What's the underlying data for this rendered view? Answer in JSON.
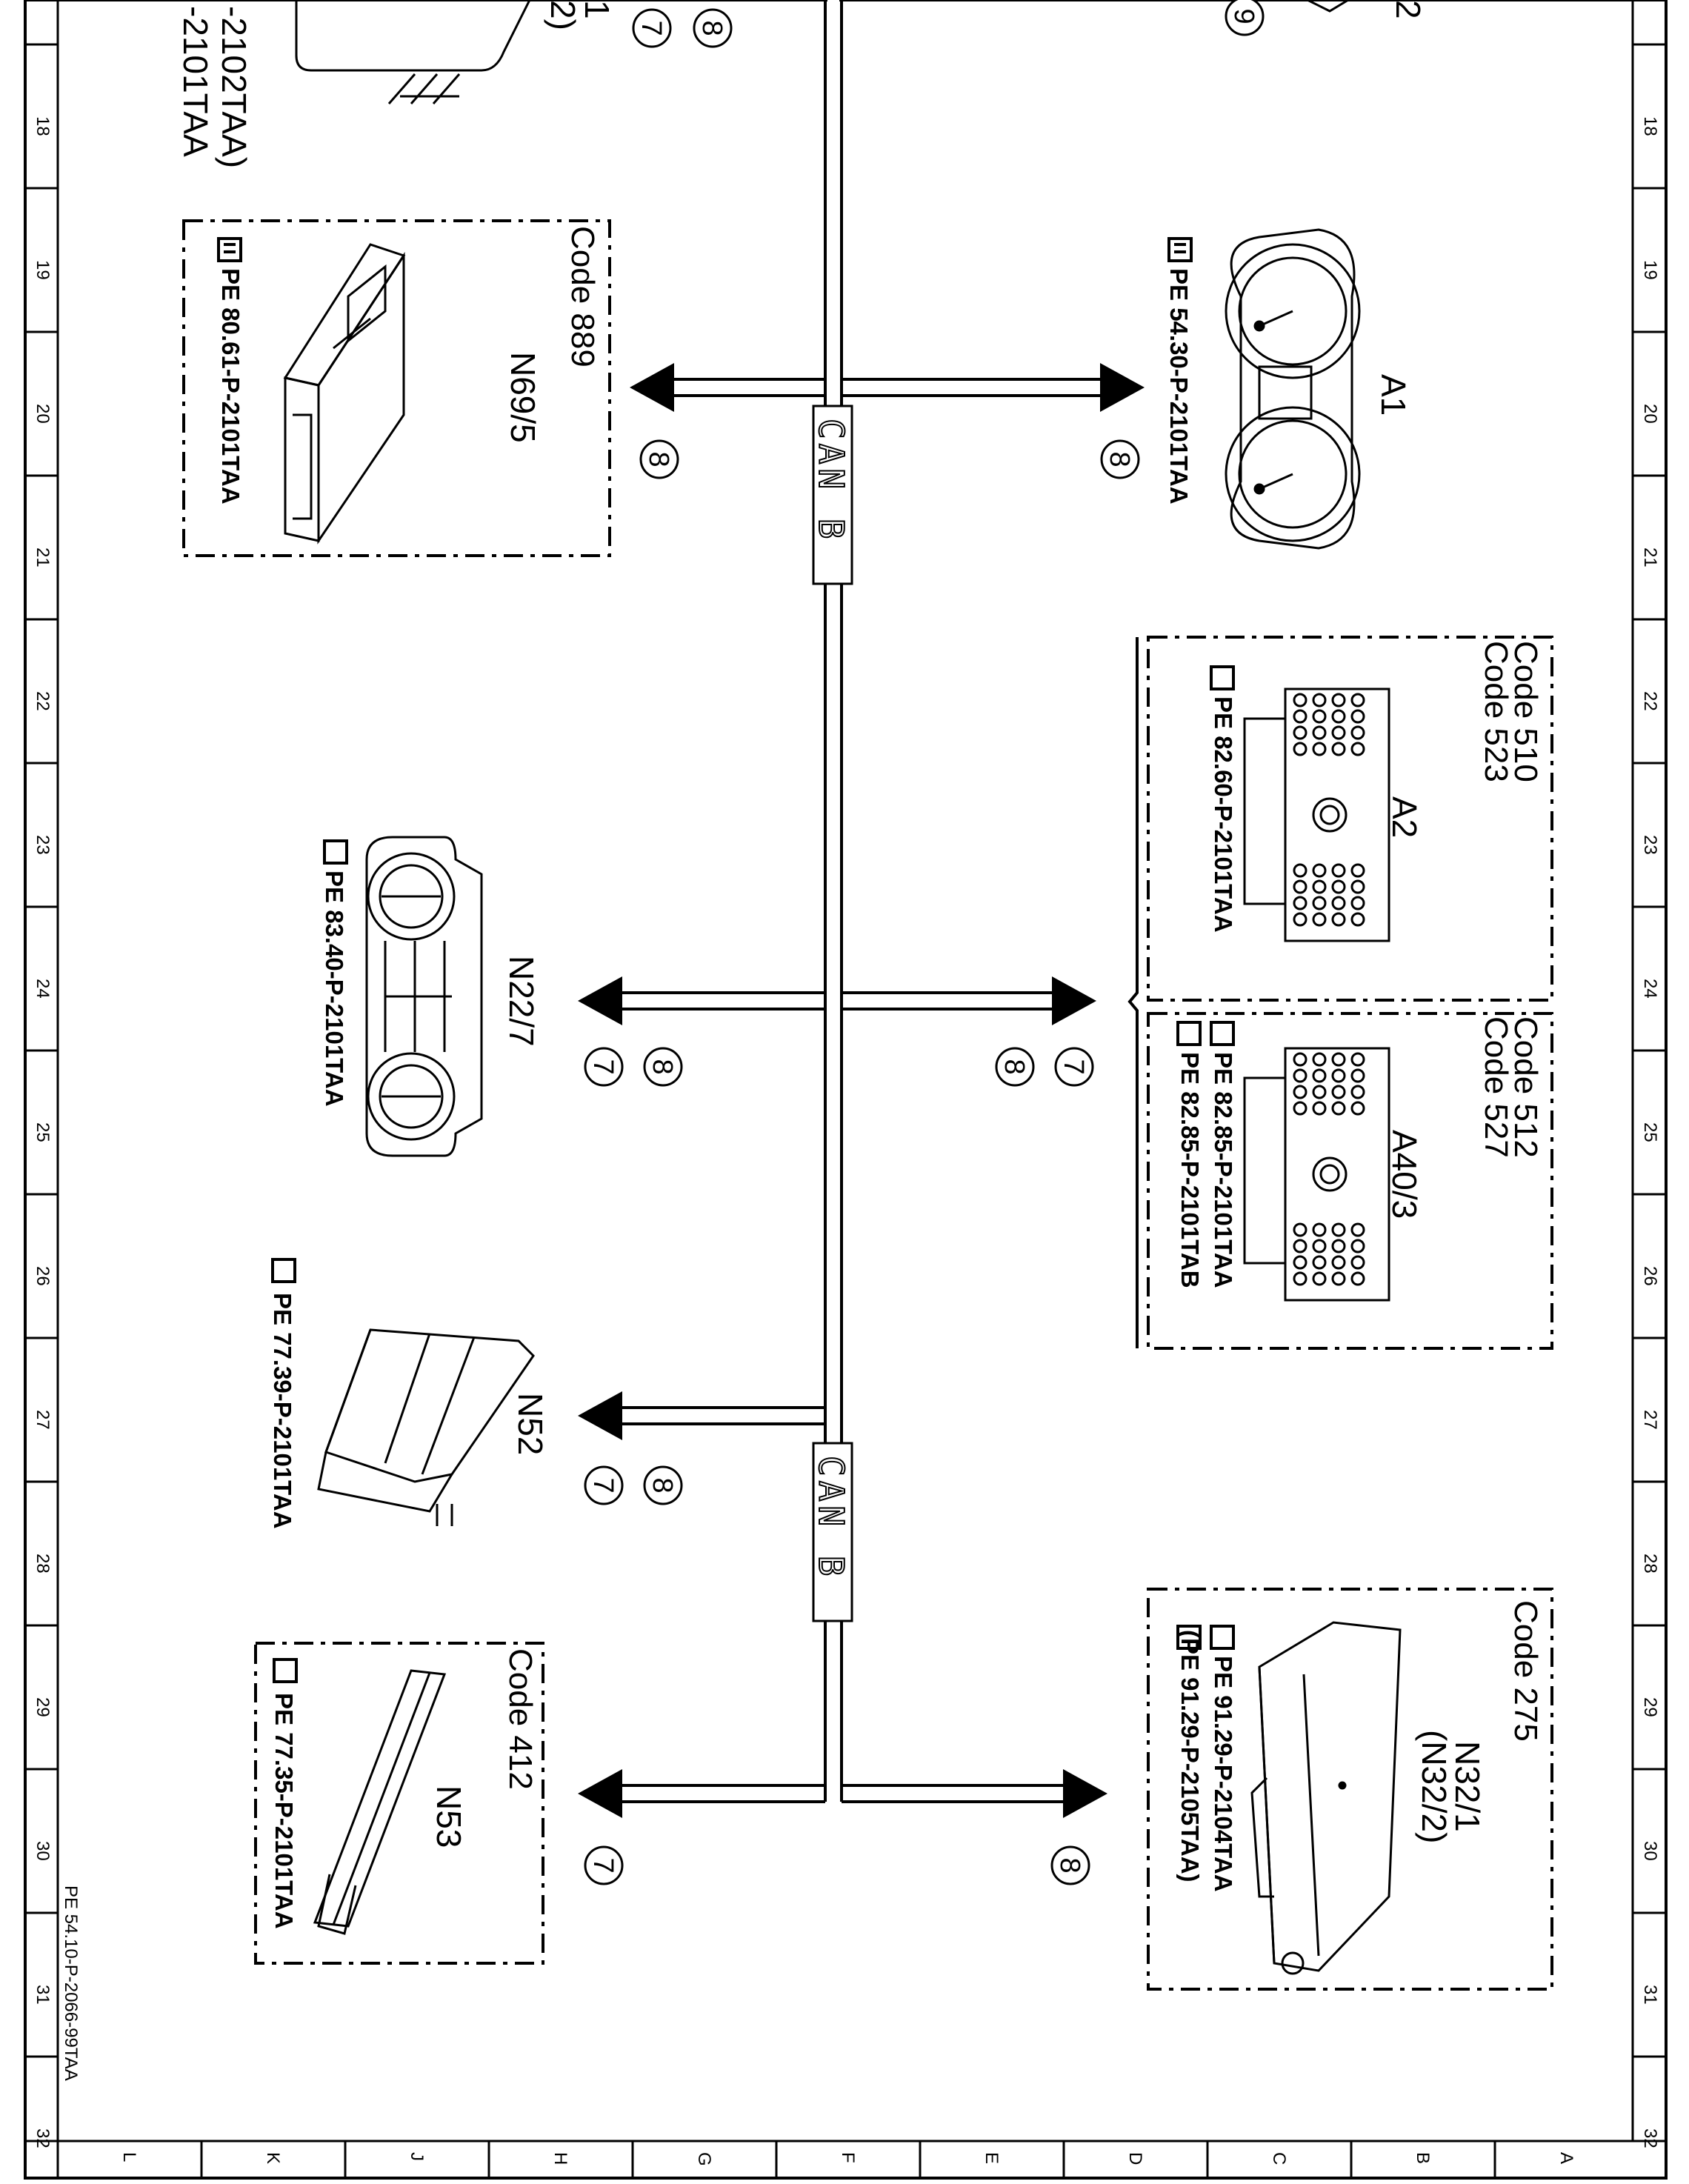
{
  "diagram": {
    "grid": {
      "rows": [
        "18",
        "19",
        "20",
        "21",
        "22",
        "23",
        "24",
        "25",
        "26",
        "27",
        "28",
        "29",
        "30",
        "31",
        "32"
      ],
      "cols": [
        "L",
        "K",
        "J",
        "H",
        "G",
        "F",
        "E",
        "D",
        "C",
        "B",
        "A"
      ]
    },
    "bus": {
      "label": "CAN B"
    },
    "top_fragments": {
      "t1": "-2101TAA",
      "t2": "-2102TAA)",
      "t3": "1",
      "t4": "2)",
      "t5": "2"
    },
    "circles": {
      "seven": "7",
      "eight": "8",
      "nine": "9"
    },
    "components": {
      "a1": {
        "id": "A1",
        "pe": "PE 54.30-P-2101TAA"
      },
      "n69_5": {
        "id": "N69/5",
        "code": "Code 889",
        "pe": "PE 80.61-P-2101TAA"
      },
      "a2": {
        "id": "A2",
        "code1": "Code 510",
        "code2": "Code 523",
        "pe": "PE 82.60-P-2101TAA"
      },
      "a40_3": {
        "id": "A40/3",
        "code1": "Code 512",
        "code2": "Code 527",
        "pe1": "PE 82.85-P-2101TAA",
        "pe2": "PE 82.85-P-2101TAB"
      },
      "n22_7": {
        "id": "N22/7",
        "pe": "PE 83.40-P-2101TAA"
      },
      "n52": {
        "id": "N52",
        "pe": "PE 77.39-P-2101TAA"
      },
      "n32_1": {
        "id": "N32/1",
        "alt": "(N32/2)",
        "code": "Code 275",
        "pe1": "PE 91.29-P-2104TAA",
        "pe2": "(PE 91.29-P-2105TAA)"
      },
      "n53": {
        "id": "N53",
        "code": "Code 412",
        "pe": "PE 77.35-P-2101TAA"
      }
    },
    "doc_ref": "PE 54.10-P-2066-99TAA"
  }
}
